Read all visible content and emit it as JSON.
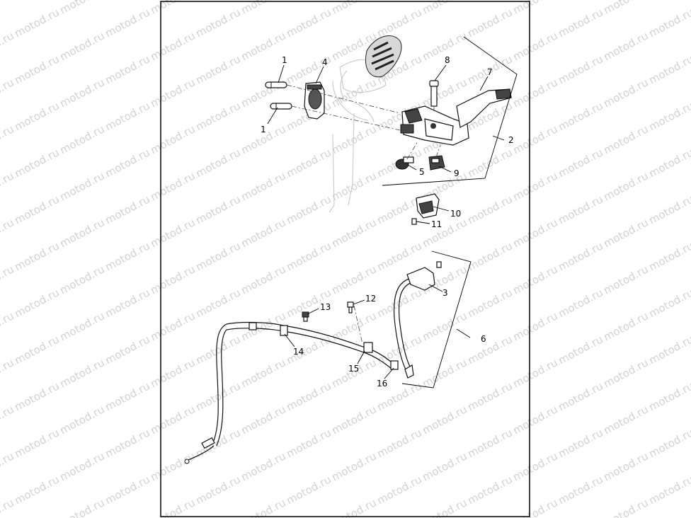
{
  "watermark": {
    "text": "motod.ru",
    "color": "#d2d2d2"
  },
  "diagram": {
    "frame_color": "#000000",
    "callouts": [
      {
        "id": "c1a",
        "label": "1"
      },
      {
        "id": "c1b",
        "label": "1"
      },
      {
        "id": "c2",
        "label": "2"
      },
      {
        "id": "c3",
        "label": "3"
      },
      {
        "id": "c4",
        "label": "4"
      },
      {
        "id": "c5",
        "label": "5"
      },
      {
        "id": "c6",
        "label": "6"
      },
      {
        "id": "c7",
        "label": "7"
      },
      {
        "id": "c8",
        "label": "8"
      },
      {
        "id": "c9",
        "label": "9"
      },
      {
        "id": "c10",
        "label": "10"
      },
      {
        "id": "c11",
        "label": "11"
      },
      {
        "id": "c12",
        "label": "12"
      },
      {
        "id": "c13",
        "label": "13"
      },
      {
        "id": "c14",
        "label": "14"
      },
      {
        "id": "c15",
        "label": "15"
      },
      {
        "id": "c16",
        "label": "16"
      }
    ]
  }
}
